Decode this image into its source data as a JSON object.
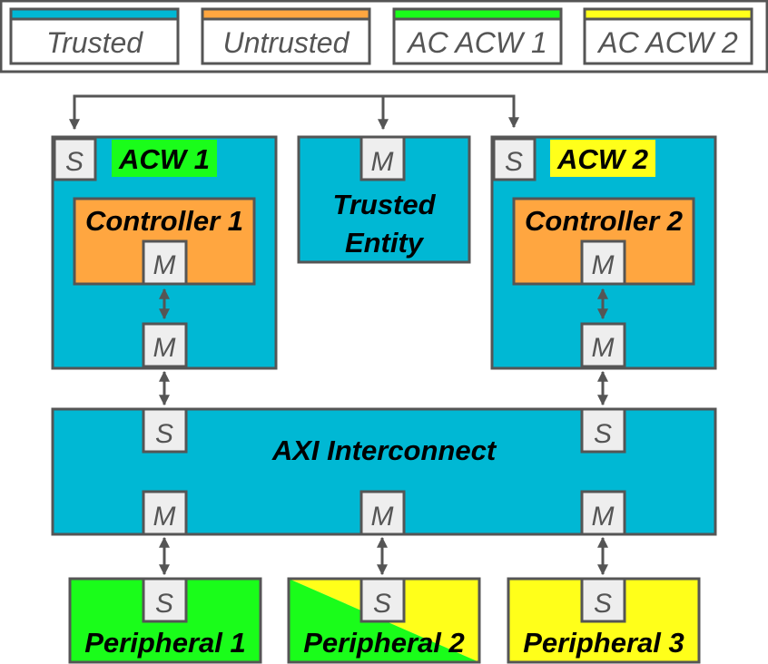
{
  "colors": {
    "trusted": "#00b8d4",
    "untrusted": "#ffa640",
    "ac_acw_1": "#1afd1a",
    "ac_acw_2": "#ffff1a",
    "stroke": "#555555",
    "port_fill": "#eeeeee"
  },
  "legend": [
    {
      "label": "Trusted"
    },
    {
      "label": "Untrusted"
    },
    {
      "label": "AC ACW 1"
    },
    {
      "label": "AC ACW 2"
    }
  ],
  "acw1": {
    "title": "ACW 1",
    "slave_port": "S",
    "controller": {
      "title": "Controller 1",
      "port": "M"
    },
    "master_port": "M"
  },
  "trusted_entity": {
    "port": "M",
    "line1": "Trusted",
    "line2": "Entity"
  },
  "acw2": {
    "title": "ACW 2",
    "slave_port": "S",
    "controller": {
      "title": "Controller 2",
      "port": "M"
    },
    "master_port": "M"
  },
  "interconnect": {
    "title": "AXI Interconnect",
    "slave_ports": [
      "S",
      "S"
    ],
    "master_ports": [
      "M",
      "M",
      "M"
    ]
  },
  "peripherals": [
    {
      "title": "Peripheral 1",
      "port": "S"
    },
    {
      "title": "Peripheral 2",
      "port": "S"
    },
    {
      "title": "Peripheral 3",
      "port": "S"
    }
  ]
}
